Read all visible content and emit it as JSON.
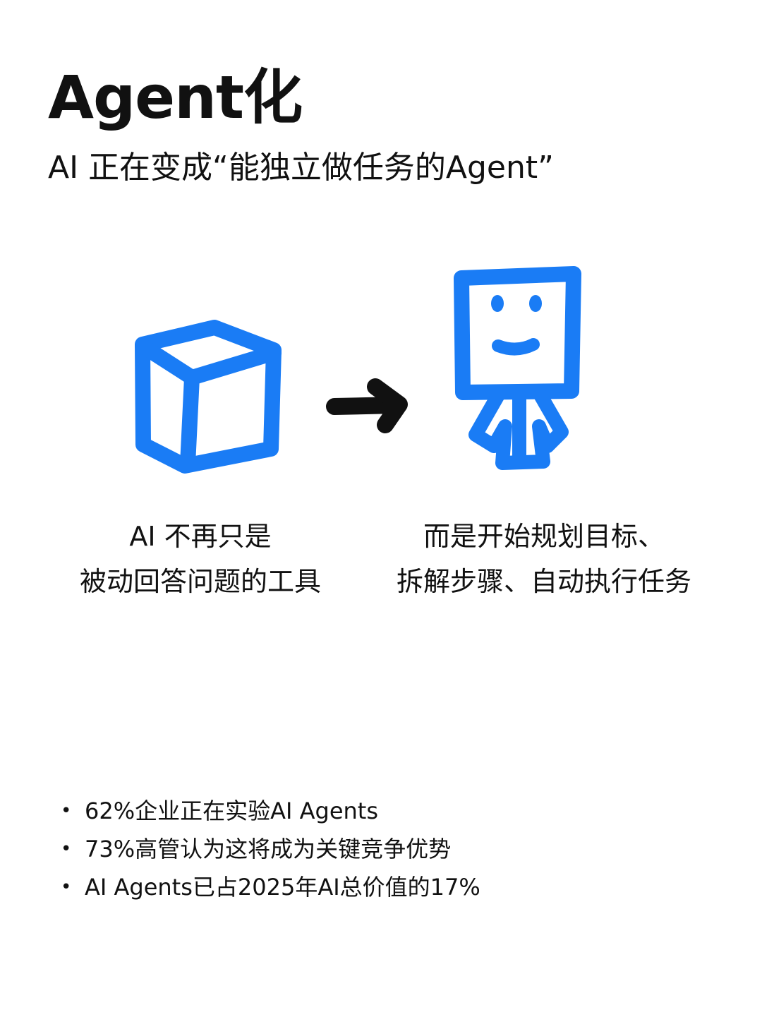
{
  "title": "Agent化",
  "subtitle": "AI 正在变成“能独立做任务的Agent”",
  "colors": {
    "accent": "#1a7cf5",
    "arrow": "#111111",
    "text": "#111111",
    "background": "#ffffff"
  },
  "illustration": {
    "left_icon": "cube-icon",
    "middle_icon": "arrow-right-icon",
    "right_icon": "robot-agent-icon"
  },
  "captions": {
    "left": [
      "AI 不再只是",
      "被动回答问题的工具"
    ],
    "right": [
      "而是开始规划目标、",
      "拆解步骤、自动执行任务"
    ]
  },
  "stats": [
    "62%企业正在实验AI Agents",
    "73%高管认为这将成为关键竞争优势",
    "AI Agents已占2025年AI总价值的17%"
  ],
  "bullet": "•"
}
